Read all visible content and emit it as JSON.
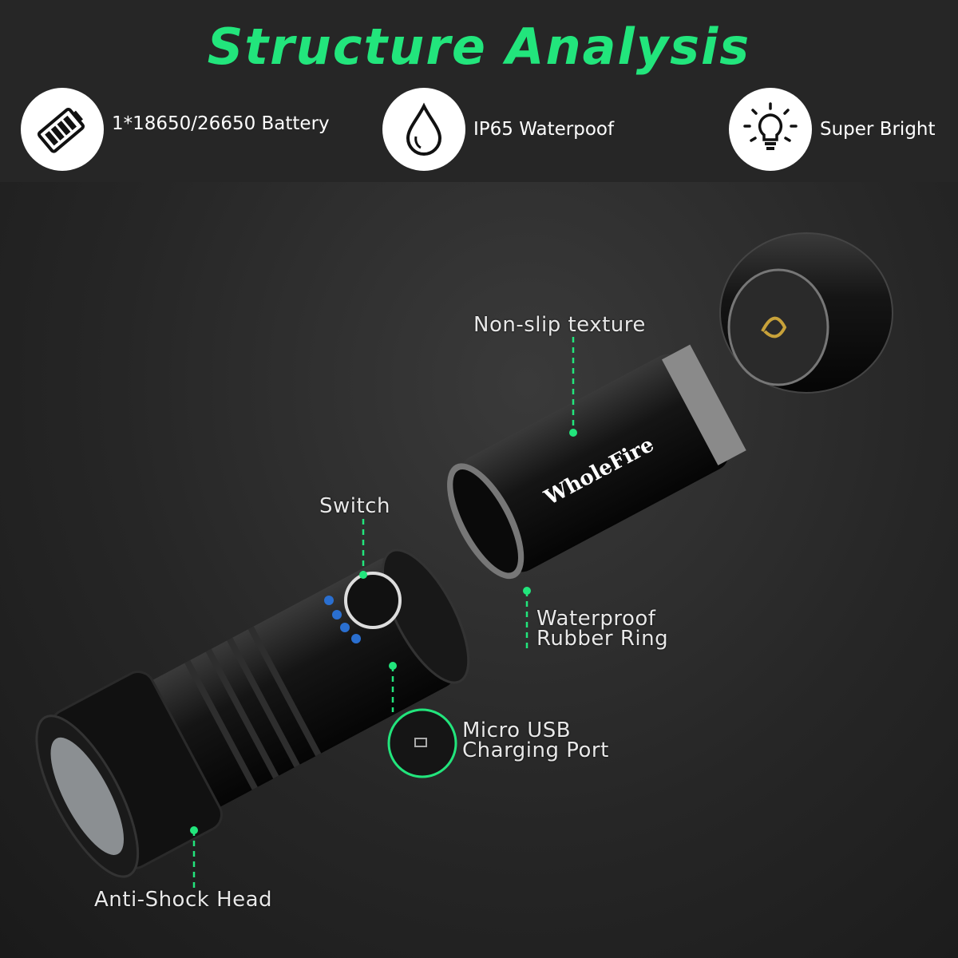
{
  "title": "Structure Analysis",
  "features": [
    {
      "icon": "battery-icon",
      "label": "1*18650/26650 Battery"
    },
    {
      "icon": "water-drop-icon",
      "label": "IP65 Waterpoof"
    },
    {
      "icon": "light-bulb-icon",
      "label": "Super Bright"
    }
  ],
  "brand": "WholeFire",
  "callouts": {
    "non_slip": "Non-slip texture",
    "switch": "Switch",
    "rubber_ring_1": "Waterproof",
    "rubber_ring_2": "Rubber Ring",
    "usb_1": "Micro USB",
    "usb_2": "Charging Port",
    "head": "Anti-Shock Head"
  },
  "colors": {
    "accent": "#22e57c",
    "header_bg": "#262626"
  }
}
